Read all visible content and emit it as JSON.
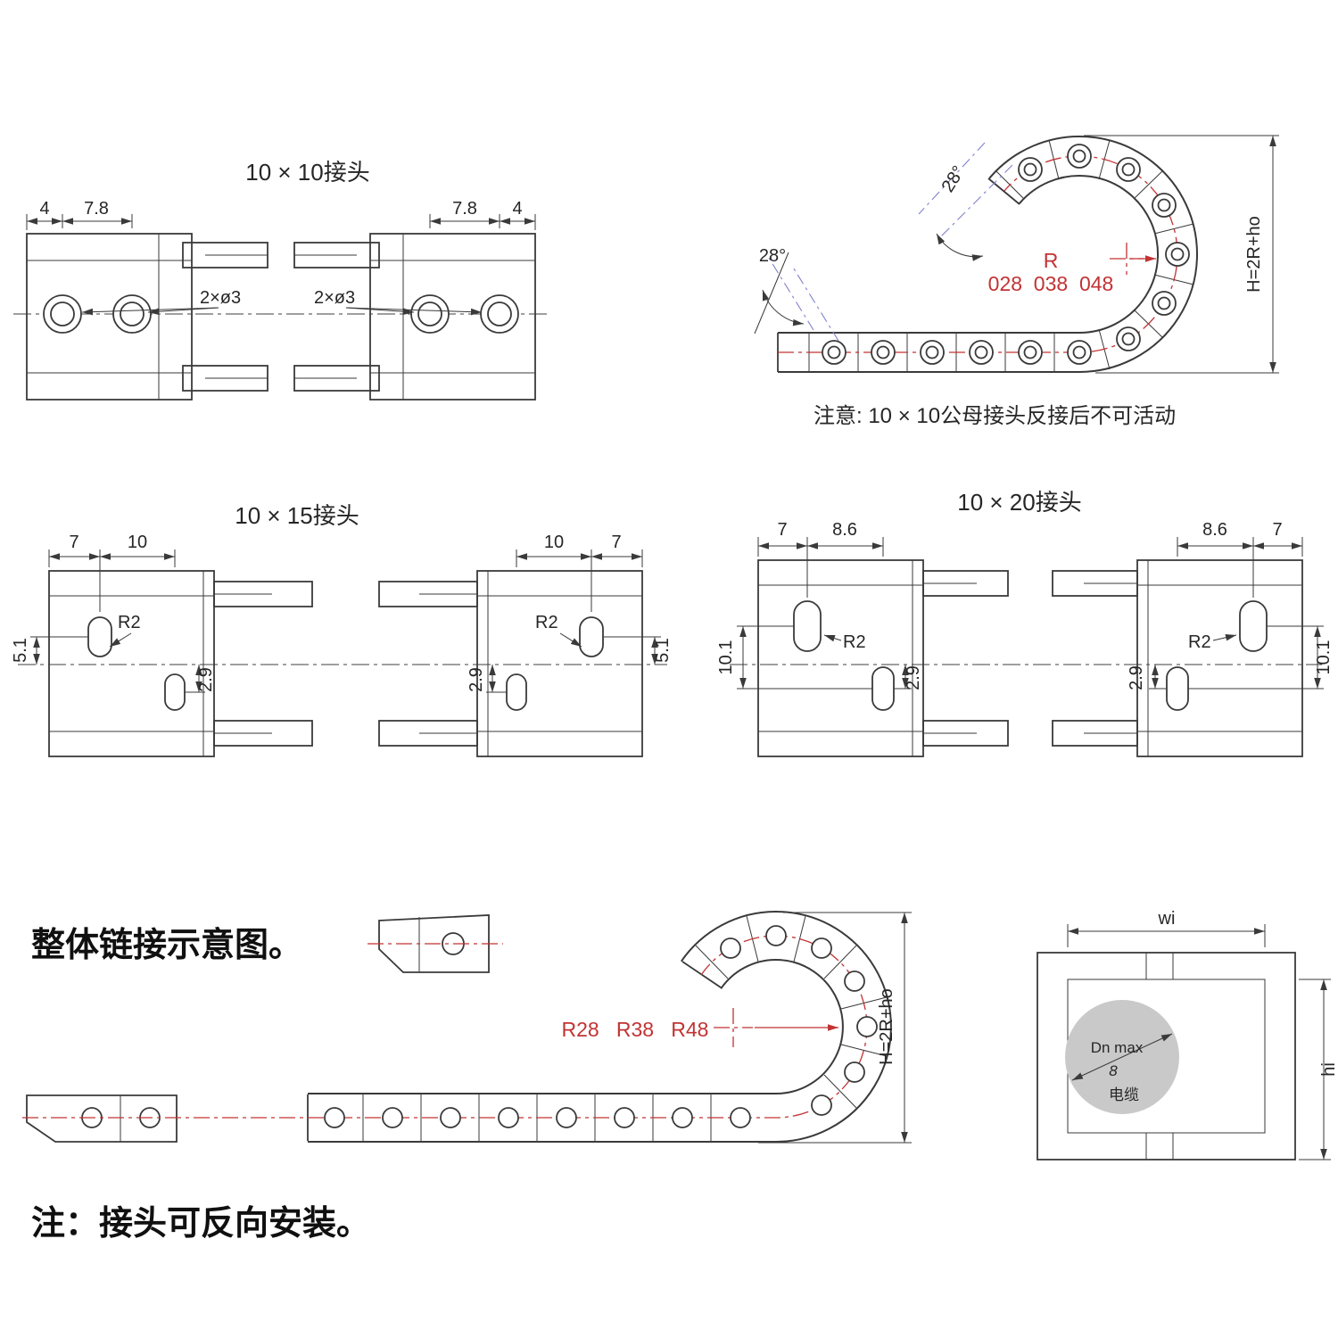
{
  "joint_10x10": {
    "title": "10 × 10接头",
    "dim_a_left": "4",
    "dim_b_left": "7.8",
    "dim_b_right": "7.8",
    "dim_a_right": "4",
    "holes_left": "2×ø3",
    "holes_right": "2×ø3"
  },
  "chain_top": {
    "angle_left": "28°",
    "angle_top": "28°",
    "radius_letter": "R",
    "radius_values": "028  038  048",
    "height_label": "H=2R+ho",
    "note": "注意: 10 × 10公母接头反接后不可活动"
  },
  "joint_10x15": {
    "title": "10 × 15接头",
    "dim_7_left": "7",
    "dim_10_left": "10",
    "dim_10_right": "10",
    "dim_7_right": "7",
    "dim_51_left": "5.1",
    "dim_51_right": "5.1",
    "dim_29_left": "2.9",
    "dim_29_right": "2.9",
    "r2_left": "R2",
    "r2_right": "R2"
  },
  "joint_10x20": {
    "title": "10 × 20接头",
    "dim_7_left": "7",
    "dim_86_left": "8.6",
    "dim_86_right": "8.6",
    "dim_7_right": "7",
    "dim_101_left": "10.1",
    "dim_101_right": "10.1",
    "dim_29_left": "2.9",
    "dim_29_right": "2.9",
    "r2_left": "R2",
    "r2_right": "R2"
  },
  "overview": {
    "label": "整体链接示意图。",
    "radius_values": "R28   R38   R48",
    "height_label": "H=2R+ho",
    "note": "注：接头可反向安装。"
  },
  "cross_section": {
    "inner_width": "wi",
    "inner_height": "hi",
    "cable_max": "Dn max",
    "cable_value": "8",
    "cable_text": "电缆"
  },
  "colors": {
    "line": "#3a3a3a",
    "accent_red": "#c23333",
    "phantom_blue": "#8080cc",
    "cable_fill": "#c9c9c9"
  }
}
